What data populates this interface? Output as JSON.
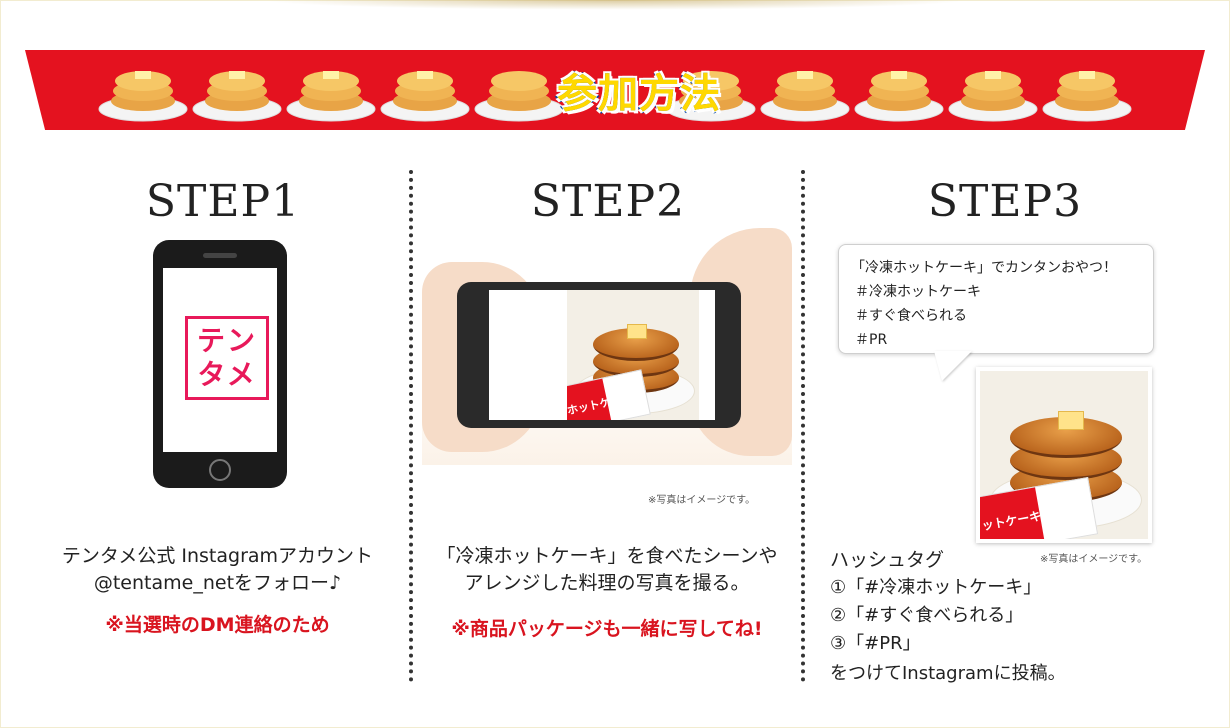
{
  "banner": {
    "title": "参加方法",
    "colors": {
      "background": "#e4121f",
      "title_fill": "#ffd800",
      "title_outline": "#0046a8"
    },
    "decoration_icon": "pancake-stack-icon"
  },
  "step1": {
    "heading": "STEP1",
    "logo_line1": "テン",
    "logo_line2": "タメ",
    "caption_line1": "テンタメ公式 Instagramアカウント",
    "caption_line2": "@tentame_netをフォロー♪",
    "note": "※当選時のDM連絡のため"
  },
  "step2": {
    "heading": "STEP2",
    "image_note": "※写真はイメージです。",
    "package_text": "ホットケーキ",
    "caption_line1": "「冷凍ホットケーキ」を食べたシーンや",
    "caption_line2": "アレンジした料理の写真を撮る。",
    "note": "※商品パッケージも一緒に写してね!"
  },
  "step3": {
    "heading": "STEP3",
    "bubble_lines": [
      "「冷凍ホットケーキ」でカンタンおやつ！",
      "＃冷凍ホットケーキ",
      "＃すぐ食べられる",
      "＃PR"
    ],
    "image_note": "※写真はイメージです。",
    "package_text": "ットケーキ",
    "hashtag_title": "ハッシュタグ",
    "hashtags": [
      "①「#冷凍ホットケーキ」",
      "②「#すぐ食べられる」",
      "③「#PR」"
    ],
    "footer": "をつけてInstagramに投稿。"
  }
}
